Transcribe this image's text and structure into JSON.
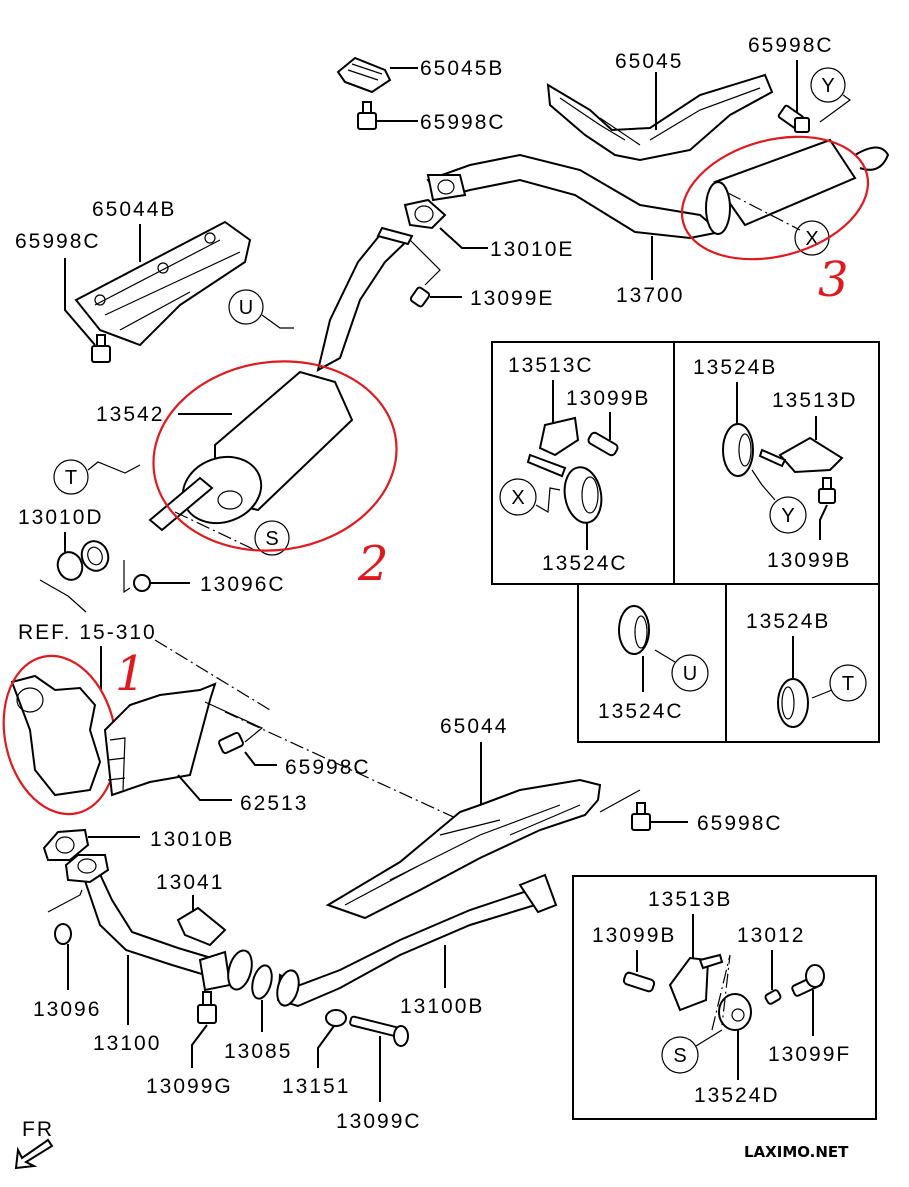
{
  "diagram": {
    "type": "exploded parts diagram",
    "subject": "Exhaust system",
    "watermark": "LAXIMO.NET",
    "direction_marker": "FR",
    "reference": "REF. 15-310",
    "annotation_color": "#e0191f",
    "handwritten_annotations": [
      {
        "number": "1",
        "target": "REF. 15-310 exhaust manifold"
      },
      {
        "number": "2",
        "target": "13542 center muffler"
      },
      {
        "number": "3",
        "target": "13700 rear muffler"
      }
    ],
    "callout_letters": [
      "S",
      "T",
      "U",
      "X",
      "Y"
    ],
    "labels": {
      "p65045B": "65045B",
      "p65998C_top": "65998C",
      "p65045": "65045",
      "p65998C_right": "65998C",
      "p65044B": "65044B",
      "p65998C_left": "65998C",
      "p13010E": "13010E",
      "p13099E": "13099E",
      "p13700": "13700",
      "p13542": "13542",
      "p13010D": "13010D",
      "p13096C": "13096C",
      "ref": "REF. 15-310",
      "p65998C_mid": "65998C",
      "p62513": "62513",
      "p13010B": "13010B",
      "p65044": "65044",
      "p65998C_lower": "65998C",
      "p13041": "13041",
      "p13096": "13096",
      "p13100": "13100",
      "p13085": "13085",
      "p13100B": "13100B",
      "p13099G": "13099G",
      "p13151": "13151",
      "p13099C": "13099C"
    },
    "detail_boxes": [
      {
        "callout": "X",
        "parts": [
          "13513C",
          "13099B",
          "13524C"
        ]
      },
      {
        "callout": "Y",
        "parts": [
          "13524B",
          "13513D",
          "13099B"
        ]
      },
      {
        "callout": "U",
        "parts": [
          "13524C"
        ]
      },
      {
        "callout": "T",
        "parts": [
          "13524B"
        ]
      },
      {
        "callout": "S",
        "parts": [
          "13513B",
          "13099B",
          "13012",
          "13099F",
          "13524D"
        ]
      }
    ],
    "box_labels": {
      "x_13513C": "13513C",
      "x_13099B": "13099B",
      "x_13524C": "13524C",
      "y_13524B": "13524B",
      "y_13513D": "13513D",
      "y_13099B": "13099B",
      "u_13524C": "13524C",
      "t_13524B": "13524B",
      "s_13513B": "13513B",
      "s_13099B": "13099B",
      "s_13012": "13012",
      "s_13099F": "13099F",
      "s_13524D": "13524D"
    }
  }
}
